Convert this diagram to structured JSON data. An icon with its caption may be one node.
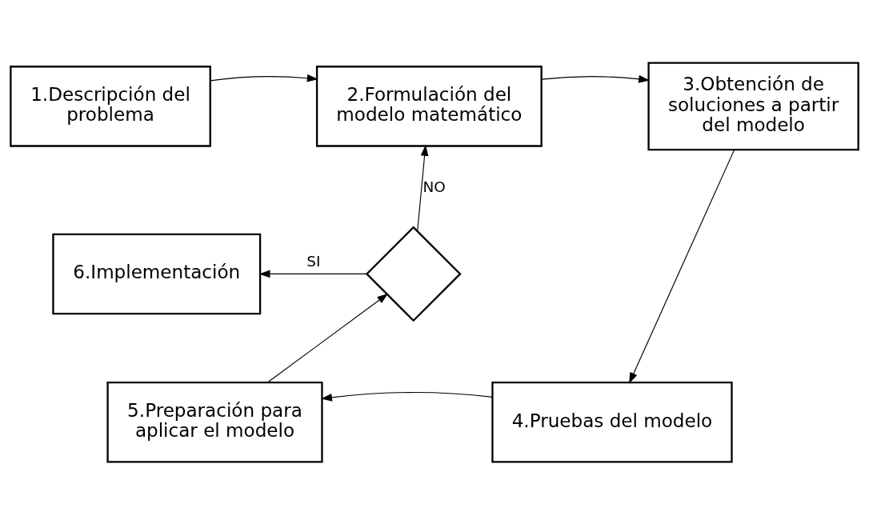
{
  "diagram": {
    "nodes": [
      {
        "text": [
          "1.Descripción del problema"
        ]
      },
      {
        "text": [
          "2.Formulación del modelo matemático"
        ]
      },
      {
        "text": [
          "3.Obtención de soluciones a partir del modelo"
        ]
      },
      {
        "text": [
          "6.Implementación"
        ]
      },
      {
        "text": [],
        "shape": "diamond"
      },
      {
        "text": [
          "5.Preparación para aplicar el modelo"
        ]
      },
      {
        "text": [
          "4.Pruebas del modelo"
        ]
      }
    ],
    "edges": [
      {
        "from": 0,
        "to": 1,
        "arrow": "to"
      },
      {
        "from": 1,
        "to": 2,
        "arrow": "to"
      },
      {
        "from": 2,
        "to": 6,
        "arrow": "to"
      },
      {
        "from": 6,
        "to": 5,
        "arrow": "to"
      },
      {
        "from": 5,
        "to": 4,
        "arrow": "to"
      },
      {
        "from": 4,
        "to": 1,
        "arrow": "to",
        "label": "NO"
      },
      {
        "from": 4,
        "to": 3,
        "arrow": "to",
        "label": "SI"
      }
    ]
  }
}
